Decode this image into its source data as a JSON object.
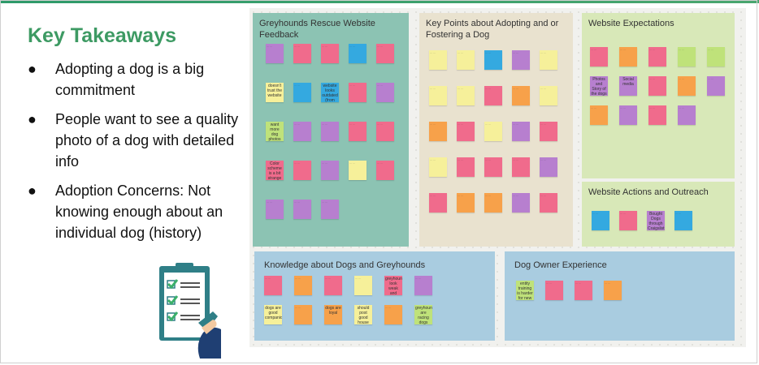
{
  "slide": {
    "title": "Key Takeaways",
    "bullets": [
      "Adopting a dog is a big commitment",
      "People want to see a quality photo of a dog with detailed info",
      "Adoption Concerns: Not knowing enough about an individual dog (history)"
    ],
    "bullet_glyph": "●"
  },
  "board": {
    "frames": [
      {
        "title": "Greyhounds Rescue Website Feedback",
        "color": "#8cc3b3"
      },
      {
        "title": "Key Points about Adopting and or Fostering a Dog",
        "color": "#e9e2cf"
      },
      {
        "title": "Website Expectations",
        "color": "#d8e8b8"
      },
      {
        "title": "Website  Actions and Outreach",
        "color": "#d8e8b8"
      },
      {
        "title": "Knowledge about Dogs and Greyhounds",
        "color": "#a9cce0"
      },
      {
        "title": "Dog Owner Experience",
        "color": "#a9cce0"
      }
    ],
    "legible_stickies": [
      "doesn't trust the website",
      "want more dog photos",
      "website looks outdated (from 1990s",
      "Color scheme is a bit strange",
      "Social media",
      "Photos and Story of the dogs",
      "dogs are loyal",
      "dogs are good companions",
      "greyhounds are racing dogs",
      "greyhounds look weak and needs",
      "should post good house dogs",
      "Bought Dogs through Craigslist",
      "entity training is harder for new dogs"
    ]
  },
  "colors": {
    "accent_title": "#3d9a63",
    "yellow": "#f6f09a",
    "pink": "#f06b8c",
    "orange": "#f7a14a",
    "purple": "#b77fcf",
    "blue": "#34a9e0",
    "green": "#bfe27a",
    "lightyellow": "#f6ef8a"
  },
  "icons": {
    "clipboard": "clipboard-checklist-icon"
  }
}
